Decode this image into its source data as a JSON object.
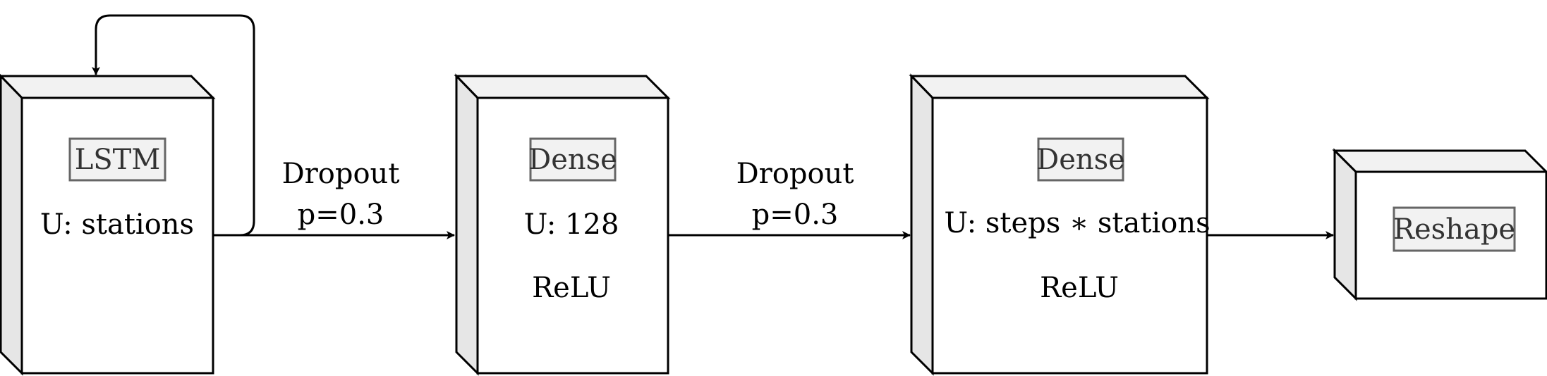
{
  "blocks": [
    {
      "id": "lstm",
      "tag": "LSTM",
      "lines": [
        "U: stations"
      ]
    },
    {
      "id": "dense1",
      "tag": "Dense",
      "lines": [
        "U: 128",
        "ReLU"
      ]
    },
    {
      "id": "dense2",
      "tag": "Dense",
      "lines": [
        "U: steps ∗ stations",
        "ReLU"
      ]
    },
    {
      "id": "reshape",
      "tag": "Reshape",
      "lines": []
    }
  ],
  "edges": [
    {
      "from": "lstm",
      "to": "dense1",
      "label_lines": [
        "Dropout",
        "p=0.3"
      ]
    },
    {
      "from": "dense1",
      "to": "dense2",
      "label_lines": [
        "Dropout",
        "p=0.3"
      ]
    },
    {
      "from": "dense2",
      "to": "reshape",
      "label_lines": []
    }
  ],
  "loop": {
    "block": "lstm"
  },
  "colors": {
    "stroke": "#000000",
    "face": "#ffffff",
    "top": "#f2f2f2",
    "side": "#e6e6e6",
    "tag_fill": "#f2f2f2",
    "tag_stroke": "#666666",
    "tag_text": "#333333"
  }
}
